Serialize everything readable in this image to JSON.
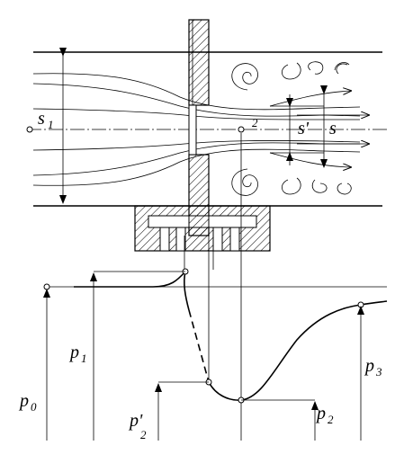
{
  "labels": {
    "s1": "s",
    "s1_sub": "1",
    "s_prime": "s'",
    "s": "s",
    "point": "2",
    "p0": "p",
    "p0_sub": "0",
    "p1": "p",
    "p1_sub": "1",
    "p2_prime": "p'",
    "p2_prime_sub": "2",
    "p2": "p",
    "p2_sub": "2",
    "p3": "p",
    "p3_sub": "3"
  }
}
